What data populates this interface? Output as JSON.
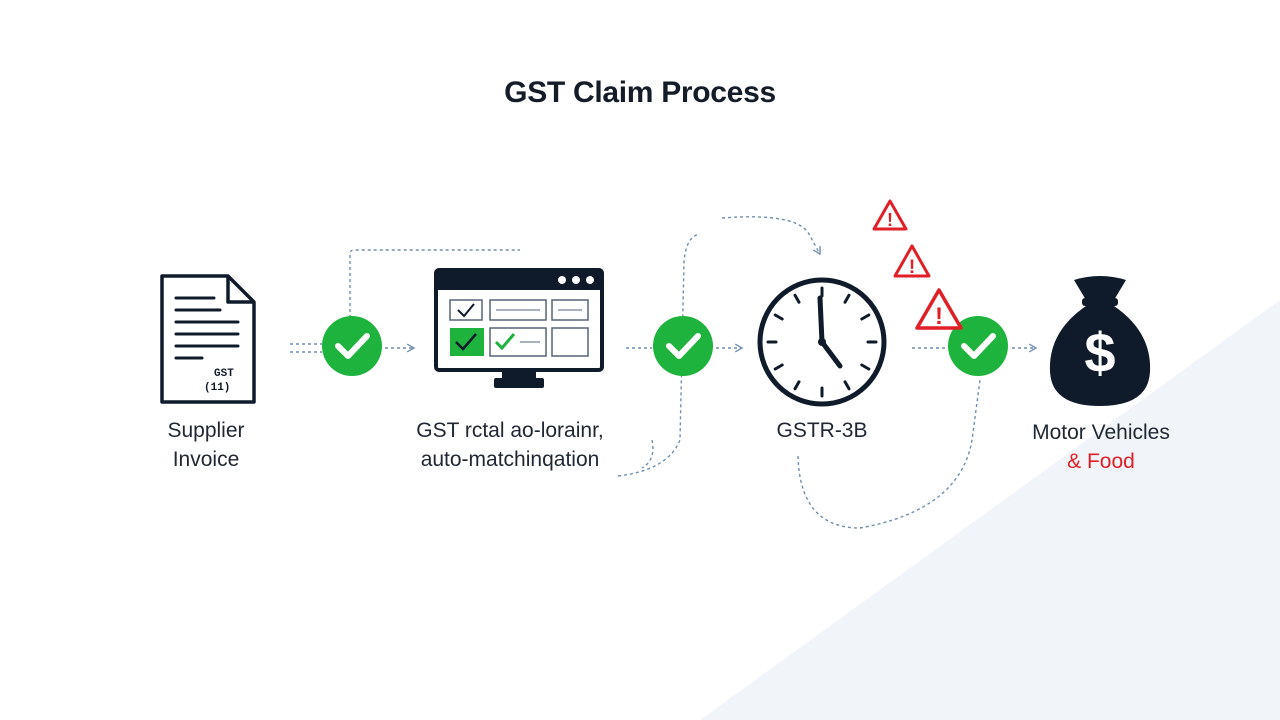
{
  "title": "GST Claim Process",
  "colors": {
    "ink": "#0f1a2b",
    "check_green": "#1db33c",
    "warning_red": "#e01f26",
    "connector_blue": "#6f8fae"
  },
  "steps": [
    {
      "id": "supplier-invoice",
      "icon": "invoice-document-icon",
      "label_lines": [
        "Supplier",
        "Invoice"
      ],
      "document_text": [
        "GST",
        "(11)"
      ]
    },
    {
      "id": "gst-portal",
      "icon": "computer-monitor-icon",
      "label_lines": [
        "GST rctal ao-lorainr,",
        "auto-matchinqation"
      ]
    },
    {
      "id": "gstr-3b",
      "icon": "clock-icon",
      "label_lines": [
        "GSTR-3B"
      ]
    },
    {
      "id": "motor-vehicles-food",
      "icon": "money-bag-icon",
      "label_lines": [
        "Motor Vehicles",
        "& Food"
      ],
      "bag_symbol": "$"
    }
  ],
  "checks": [
    {
      "icon": "check-circle-icon",
      "status": "verified"
    },
    {
      "icon": "check-circle-icon",
      "status": "verified"
    },
    {
      "icon": "check-circle-icon",
      "status": "verified"
    }
  ],
  "warnings": [
    {
      "icon": "warning-triangle-icon",
      "mark": "!"
    },
    {
      "icon": "warning-triangle-icon",
      "mark": "!"
    },
    {
      "icon": "warning-triangle-icon",
      "mark": "!"
    }
  ]
}
